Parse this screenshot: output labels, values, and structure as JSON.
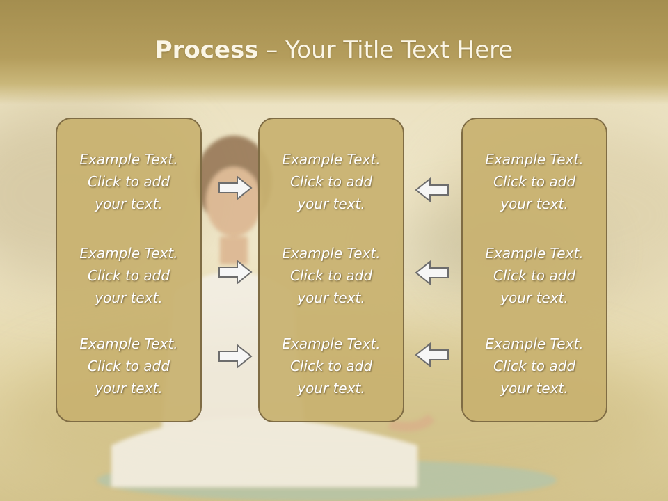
{
  "slide": {
    "title_bold": "Process",
    "title_rest": " – Your Title Text Here",
    "columns": [
      {
        "items": [
          "Example Text.\nClick  to add\nyour text.",
          "Example Text.\nClick  to add\nyour text.",
          "Example Text.\nClick  to add\nyour text."
        ]
      },
      {
        "items": [
          "Example Text.\nClick  to add\nyour text.",
          "Example Text.\nClick  to add\nyour text.",
          "Example Text.\nClick  to add\nyour text."
        ]
      },
      {
        "items": [
          "Example Text.\nClick  to add\nyour text.",
          "Example Text.\nClick  to add\nyour text.",
          "Example Text.\nClick  to add\nyour text."
        ]
      }
    ],
    "arrows_left": [
      "right-arrow-icon",
      "right-arrow-icon",
      "right-arrow-icon"
    ],
    "arrows_right": [
      "left-arrow-icon",
      "left-arrow-icon",
      "left-arrow-icon"
    ],
    "colors": {
      "header": "#b49d5c",
      "box_fill": "#c8b270",
      "box_border": "#7f6c44",
      "text": "#ffffff"
    }
  }
}
